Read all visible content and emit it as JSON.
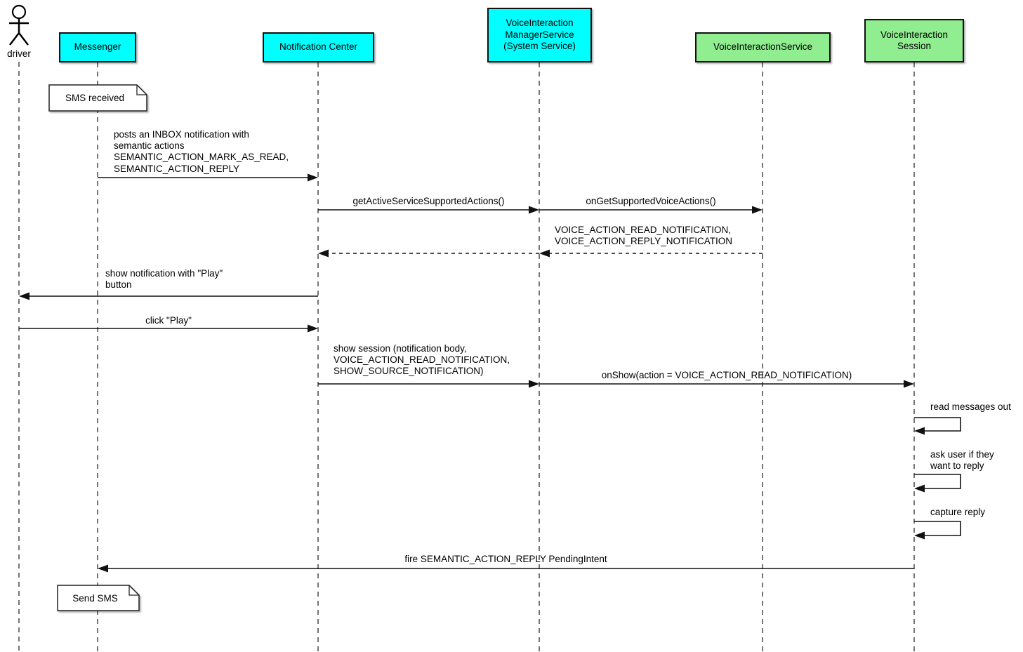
{
  "diagram": {
    "type": "uml-sequence-diagram",
    "colors": {
      "participant_system": "#00ffff",
      "participant_voice": "#90ee90",
      "line": "#111111",
      "background": "#ffffff"
    }
  },
  "participants": [
    {
      "id": "driver",
      "kind": "actor",
      "label": "driver"
    },
    {
      "id": "messenger",
      "kind": "box",
      "label": "Messenger",
      "color": "#00ffff"
    },
    {
      "id": "notification-center",
      "kind": "box",
      "label": "Notification Center",
      "color": "#00ffff"
    },
    {
      "id": "voice-interaction-manager-service",
      "kind": "box",
      "label": "VoiceInteraction\nManagerService\n(System Service)",
      "color": "#00ffff"
    },
    {
      "id": "voice-interaction-service",
      "kind": "box",
      "label": "VoiceInteractionService",
      "color": "#90ee90"
    },
    {
      "id": "voice-interaction-session",
      "kind": "box",
      "label": "VoiceInteraction\nSession",
      "color": "#90ee90"
    }
  ],
  "notes": [
    {
      "text": "SMS received",
      "attached_to": "Messenger"
    },
    {
      "text": "Send SMS",
      "attached_to": "Messenger"
    }
  ],
  "messages": [
    {
      "label": "posts an INBOX notification with\nsemantic actions\nSEMANTIC_ACTION_MARK_AS_READ,\nSEMANTIC_ACTION_REPLY",
      "from": "Messenger",
      "to": "Notification Center",
      "style": "solid"
    },
    {
      "label": "getActiveServiceSupportedActions()",
      "from": "Notification Center",
      "to": "VoiceInteractionManagerService",
      "style": "solid"
    },
    {
      "label": "onGetSupportedVoiceActions()",
      "from": "VoiceInteractionManagerService",
      "to": "VoiceInteractionService",
      "style": "solid"
    },
    {
      "label": "VOICE_ACTION_READ_NOTIFICATION,\nVOICE_ACTION_REPLY_NOTIFICATION",
      "from": "VoiceInteractionService",
      "to": "VoiceInteractionManagerService",
      "style": "dashed-return"
    },
    {
      "label": "",
      "from": "VoiceInteractionManagerService",
      "to": "Notification Center",
      "style": "dashed-return"
    },
    {
      "label": "show notification with \"Play\"\nbutton",
      "from": "Notification Center",
      "to": "driver",
      "style": "solid"
    },
    {
      "label": "click \"Play\"",
      "from": "driver",
      "to": "Notification Center",
      "style": "solid"
    },
    {
      "label": "show session (notification body,\nVOICE_ACTION_READ_NOTIFICATION,\nSHOW_SOURCE_NOTIFICATION)",
      "from": "Notification Center",
      "to": "VoiceInteractionManagerService",
      "style": "solid"
    },
    {
      "label": "onShow(action = VOICE_ACTION_READ_NOTIFICATION)",
      "from": "VoiceInteractionManagerService",
      "to": "VoiceInteractionSession",
      "style": "solid"
    },
    {
      "label": "read messages out",
      "from": "VoiceInteractionSession",
      "to": "VoiceInteractionSession",
      "style": "self"
    },
    {
      "label": "ask user if they\nwant to reply",
      "from": "VoiceInteractionSession",
      "to": "VoiceInteractionSession",
      "style": "self"
    },
    {
      "label": "capture reply",
      "from": "VoiceInteractionSession",
      "to": "VoiceInteractionSession",
      "style": "self"
    },
    {
      "label": "fire SEMANTIC_ACTION_REPLY PendingIntent",
      "from": "VoiceInteractionSession",
      "to": "Messenger",
      "style": "solid"
    }
  ]
}
